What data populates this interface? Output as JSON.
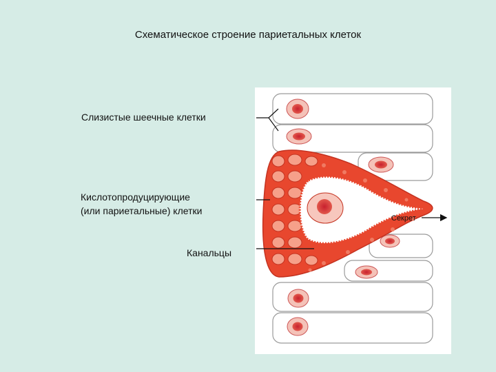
{
  "title": "Схематическое строение париетальных клеток",
  "labels": {
    "mucous_cells": "Слизистые шеечные клетки",
    "parietal_cells_line1": "Кислотопродуцирующие",
    "parietal_cells_line2": "(или париетальные) клетки",
    "canaliculi": "Канальцы",
    "secretion": "Секрет"
  },
  "colors": {
    "background": "#d6ece6",
    "cell_fill": "#e8472e",
    "cell_light": "#f6a08a",
    "nucleus": "#c8202e",
    "outline": "#9a9a9a"
  }
}
